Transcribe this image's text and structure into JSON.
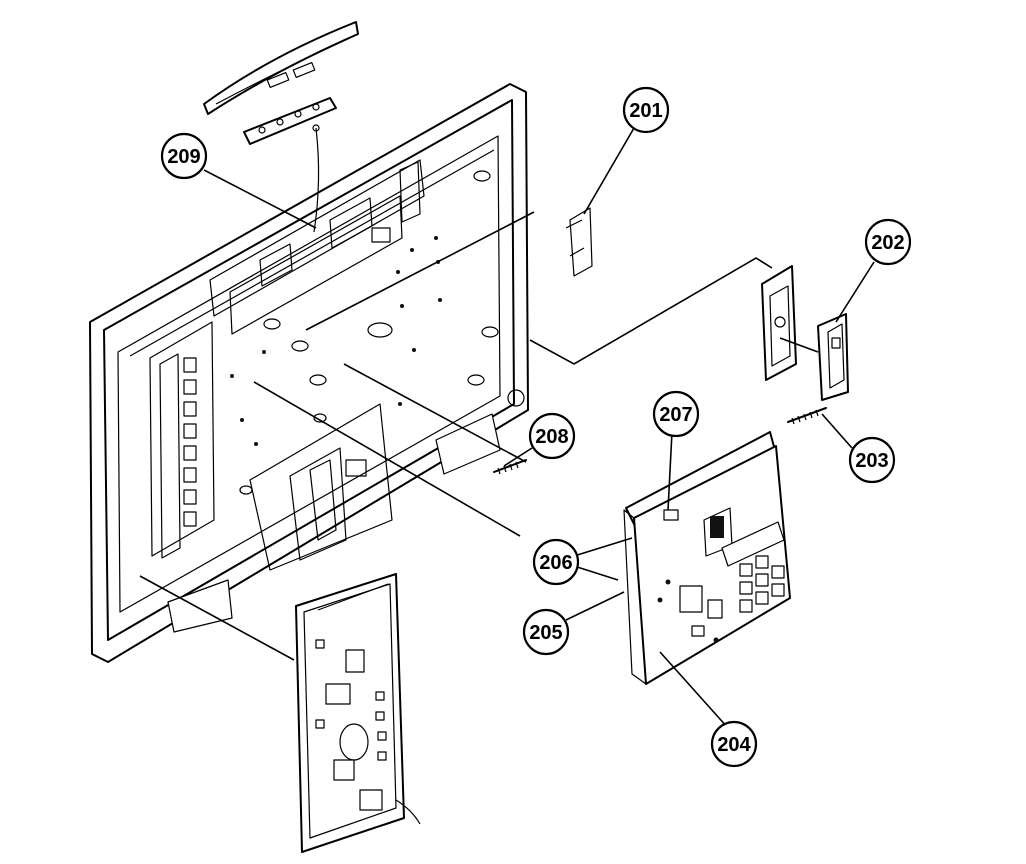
{
  "callouts": [
    {
      "id": "201",
      "label": "201"
    },
    {
      "id": "202",
      "label": "202"
    },
    {
      "id": "203",
      "label": "203"
    },
    {
      "id": "204",
      "label": "204"
    },
    {
      "id": "205",
      "label": "205"
    },
    {
      "id": "206",
      "label": "206"
    },
    {
      "id": "207",
      "label": "207"
    },
    {
      "id": "208",
      "label": "208"
    },
    {
      "id": "209",
      "label": "209"
    }
  ]
}
